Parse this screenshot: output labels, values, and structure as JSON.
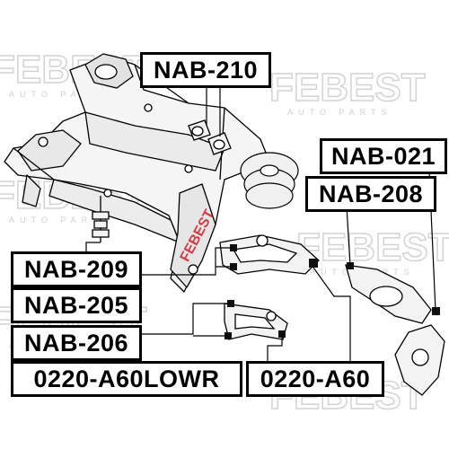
{
  "watermark": {
    "brand": "FEBEST",
    "tagline": "AUTO PARTS",
    "stamp": "FEBEST"
  },
  "colors": {
    "line": "#000000",
    "frame_fill": "#f5f5f5",
    "label_border": "#000000",
    "watermark": "#d3d3d3",
    "stamp": "#d0202a"
  },
  "parts": [
    {
      "id": "nab210",
      "label": "NAB-210"
    },
    {
      "id": "nab021",
      "label": "NAB-021"
    },
    {
      "id": "nab208",
      "label": "NAB-208"
    },
    {
      "id": "nab209",
      "label": "NAB-209"
    },
    {
      "id": "nab205",
      "label": "NAB-205"
    },
    {
      "id": "nab206",
      "label": "NAB-206"
    },
    {
      "id": "lowr",
      "label": "0220-A60LOWR"
    },
    {
      "id": "a60",
      "label": "0220-A60"
    }
  ]
}
